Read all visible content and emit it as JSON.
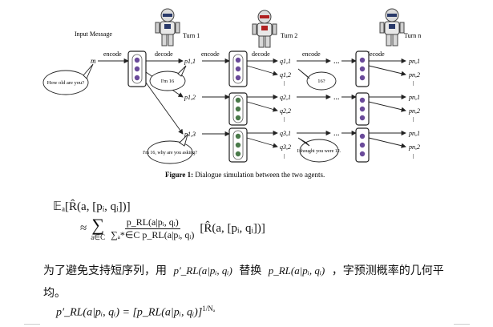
{
  "figure": {
    "input_label": "Input Message",
    "m_label": "m",
    "turns": [
      "Turn 1",
      "Turn 2",
      "Turn n"
    ],
    "encode_label": "encode",
    "decode_label": "decode",
    "p_labels": [
      "p1,1",
      "p1,2",
      "p1,3"
    ],
    "q_labels": [
      "q1,1",
      "q1,2",
      "q2,1",
      "q2,2",
      "q3,1",
      "q3,2"
    ],
    "pn_labels": [
      "pn,1",
      "pn,2",
      "pn,1",
      "pn,2",
      "pn,1",
      "pn,2"
    ],
    "bubble_1": "How old are you?",
    "bubble_2": "I'm 16",
    "bubble_3": "16?",
    "bubble_4": "I'm 16, why are you asking?",
    "bubble_5": "I thought you were 12.",
    "ellipsis": "...",
    "caption_bold": "Figure 1:",
    "caption_text": " Dialogue simulation between the two agents."
  },
  "equation_1": {
    "line_1": "𝔼ₐ[R̂(a, [pᵢ, qᵢ])]",
    "approx": "≈",
    "sum_sub": "a∈C",
    "num": "p_RL(a|pᵢ, qᵢ)",
    "den": "∑ₐ*∈C p_RL(a|pᵢ, qᵢ)",
    "tail": "[R̂(a, [pᵢ, qᵢ])]"
  },
  "paragraph": {
    "text_1": "为了避免支持短序列，用",
    "p_prime": "p′_RL(a|pᵢ, qᵢ)",
    "text_2": "替换",
    "p_rl": "p_RL(a|pᵢ, qᵢ)",
    "text_3": "，字预测概率的几何平",
    "text_4": "均。"
  },
  "equation_2": {
    "lhs": "p′_RL(a|pᵢ, qᵢ) = [p_RL(a|pᵢ, qᵢ)]",
    "exp": "1/Nₐ"
  }
}
